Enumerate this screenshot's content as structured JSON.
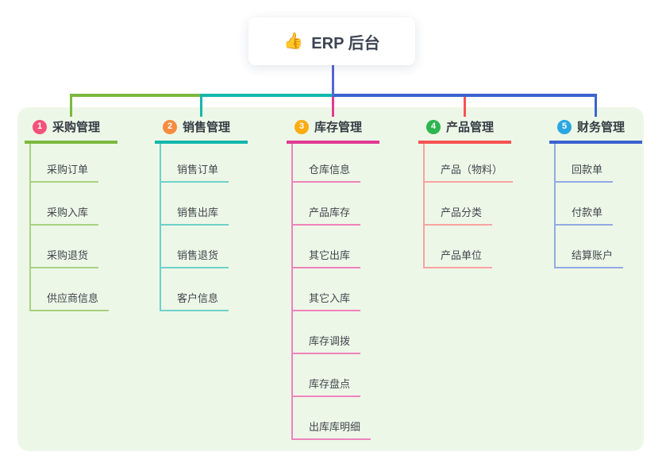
{
  "root": {
    "label": "ERP 后台",
    "icon_char": "👍"
  },
  "colors": {
    "canvas_bg": "#ffffff",
    "panel_bg": "#edf7e8",
    "stem": "#5566d6",
    "title_text": "#373c44",
    "child_text": "#42464c"
  },
  "branches": [
    {
      "num": "1",
      "title": "采购管理",
      "badge_color": "#f3537b",
      "main_color": "#7cb93e",
      "light_color": "#a9d180",
      "children": [
        "采购订单",
        "采购入库",
        "采购退货",
        "供应商信息"
      ]
    },
    {
      "num": "2",
      "title": "销售管理",
      "badge_color": "#f88b40",
      "main_color": "#13b7ac",
      "light_color": "#6fd0c8",
      "children": [
        "销售订单",
        "销售出库",
        "销售退货",
        "客户信息"
      ]
    },
    {
      "num": "3",
      "title": "库存管理",
      "badge_color": "#fcab11",
      "main_color": "#e03a92",
      "light_color": "#ef83bb",
      "children": [
        "仓库信息",
        "产品库存",
        "其它出库",
        "其它入库",
        "库存调拨",
        "库存盘点",
        "出库库明细"
      ]
    },
    {
      "num": "4",
      "title": "产品管理",
      "badge_color": "#2db54f",
      "main_color": "#f85252",
      "light_color": "#f9a2a2",
      "children": [
        "产品（物料）",
        "产品分类",
        "产品单位"
      ]
    },
    {
      "num": "5",
      "title": "财务管理",
      "badge_color": "#2aa7e2",
      "main_color": "#3b63cf",
      "light_color": "#93a9e2",
      "children": [
        "回款单",
        "付款单",
        "结算账户"
      ]
    }
  ]
}
